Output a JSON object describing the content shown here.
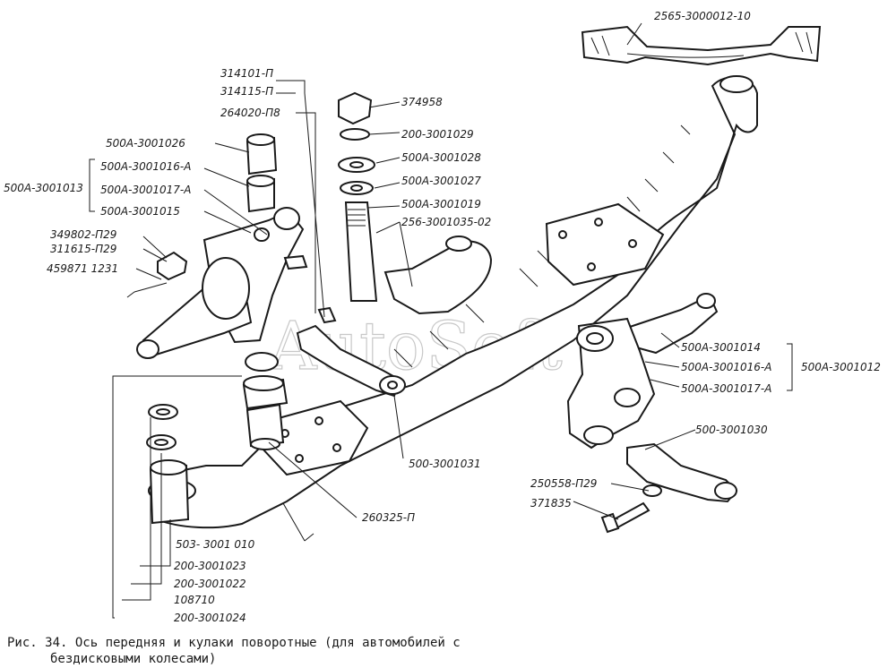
{
  "figure": {
    "caption_line1": "Рис. 34. Ось передняя и кулаки поворотные (для автомобилей с",
    "caption_line2": "бездисковыми колесами)",
    "watermark": "AutoSoft"
  },
  "labels": {
    "axle_assembly": "2565-3000012-10",
    "l_314101": "314101-П",
    "l_314115": "314115-П",
    "l_264020": "264020-П8",
    "l_374958": "374958",
    "l_3001029": "200-3001029",
    "l_3001026": "500А-3001026",
    "l_3001028": "500А-3001028",
    "l_3001016a": "500А-3001016-А",
    "l_3001027": "500А-3001027",
    "l_group_left": "500А-3001013",
    "l_3001017a": "500А-3001017-А",
    "l_3001019": "500А-3001019",
    "l_3001015": "500А-3001015",
    "l_256_3001035": "256-3001035-02",
    "l_349802": "349802-П29",
    "l_311615": "311615-П29",
    "l_459871": "459871 1231",
    "r_3001014": "500А-3001014",
    "r_3001016a": "500А-3001016-А",
    "r_3001017a": "500А-3001017-А",
    "r_group_right": "500А-3001012",
    "r_3001030": "500-3001030",
    "r_250558": "250558-П29",
    "r_371835": "371835",
    "c_3001031": "500-3001031",
    "c_260325": "260325-П",
    "c_503_3001010": "503- 3001 010",
    "b_3001023": "200-3001023",
    "b_3001022": "200-3001022",
    "b_108710": "108710",
    "b_3001024": "200-3001024"
  }
}
